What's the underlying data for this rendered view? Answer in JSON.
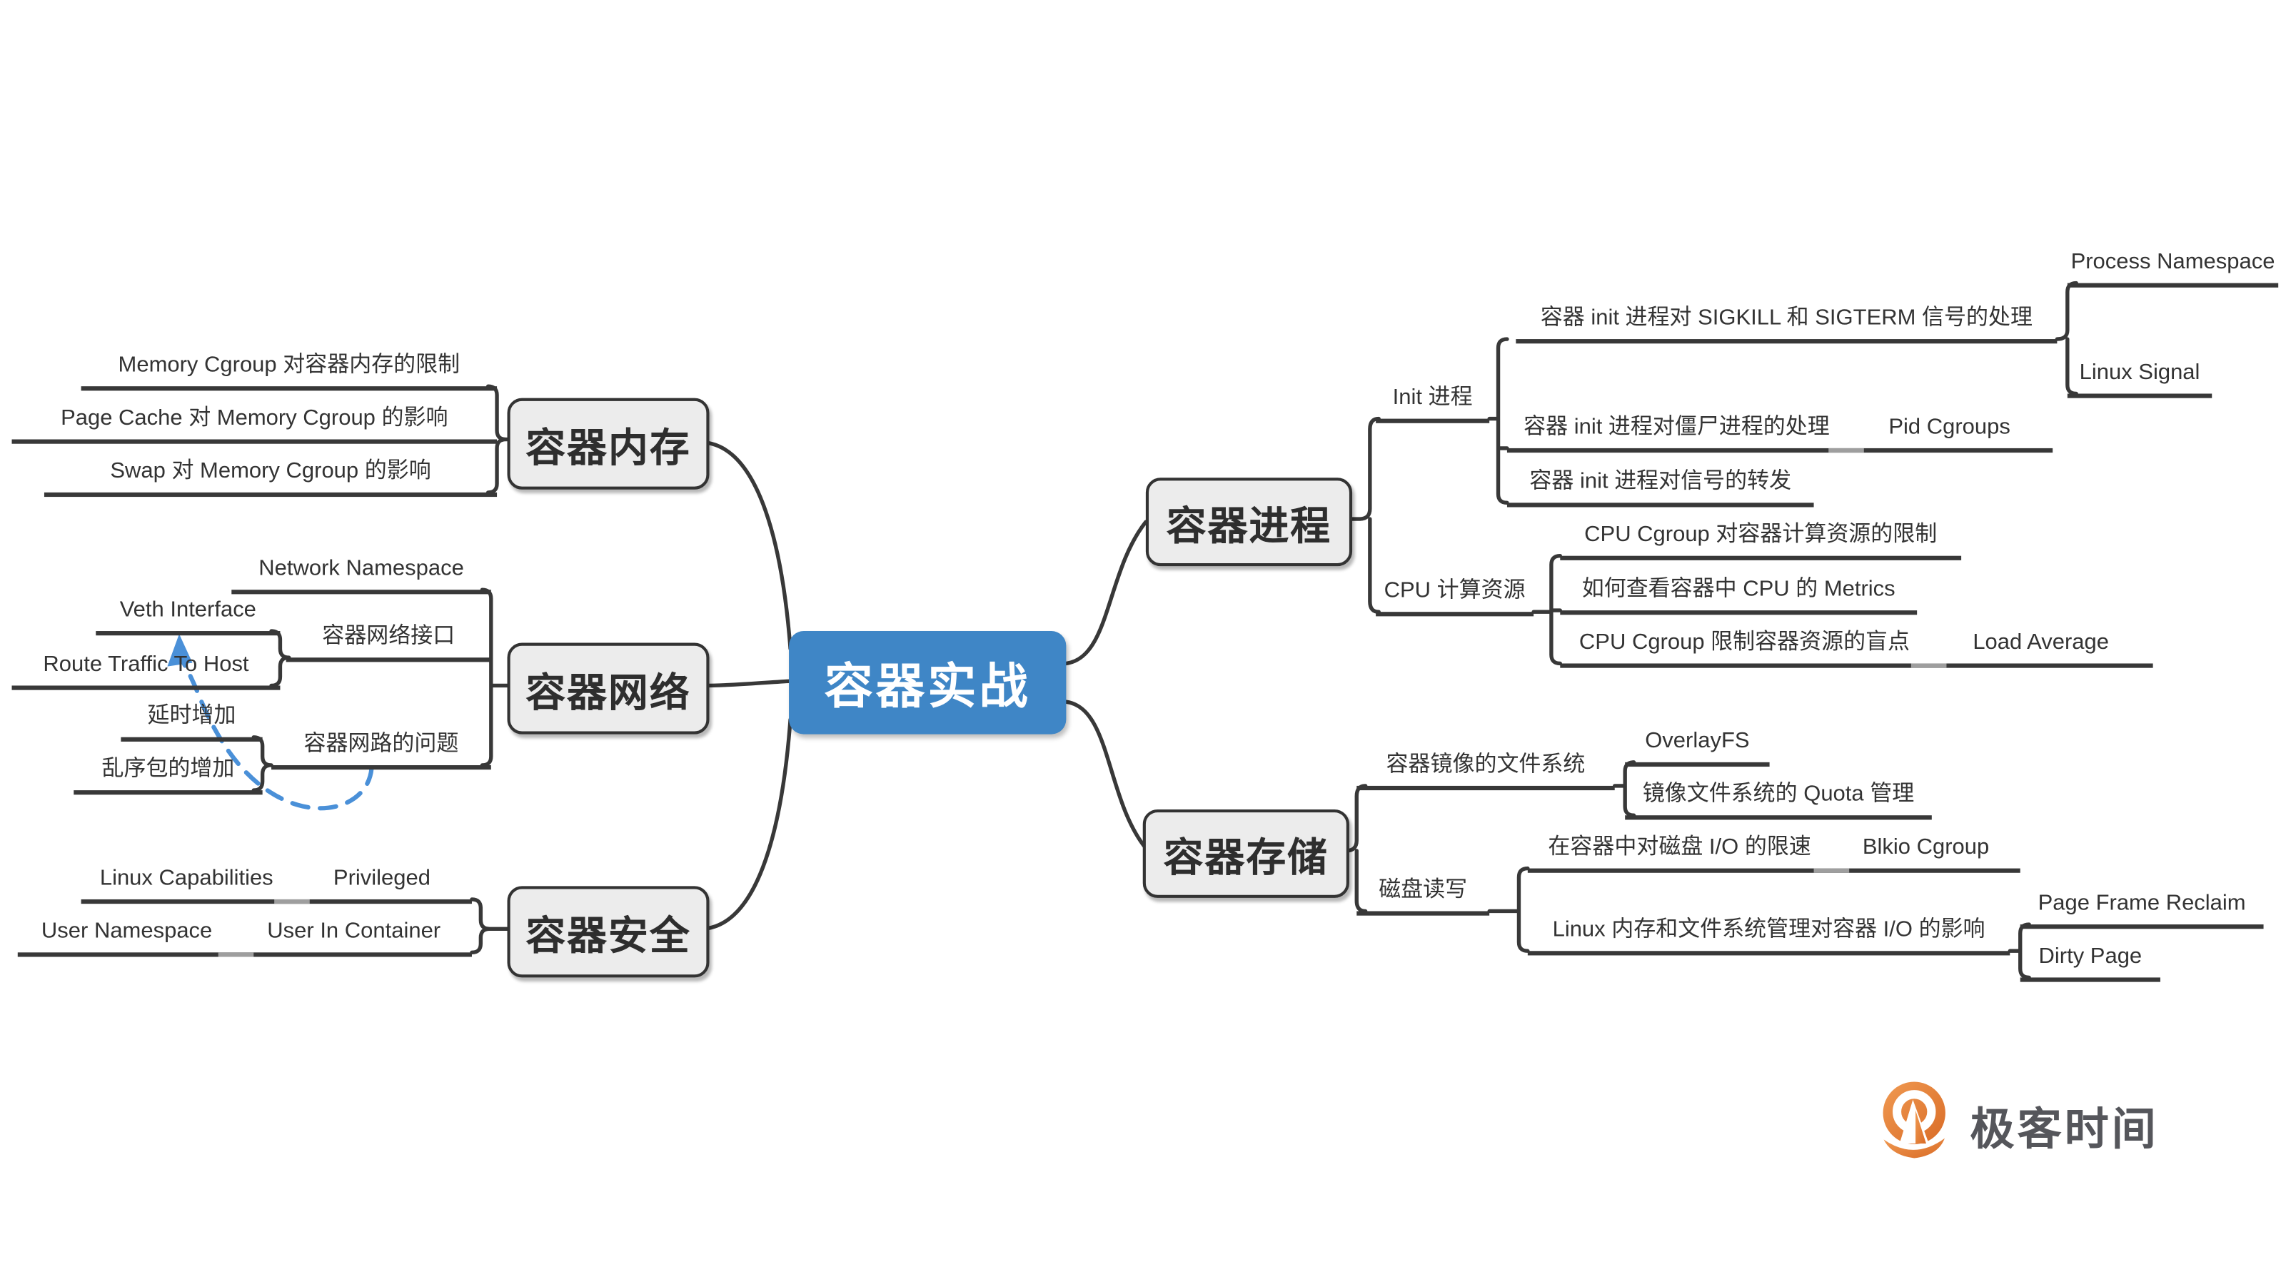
{
  "title": "容器实战",
  "colors": {
    "center_bg": "#3F86C6",
    "center_text": "#FFFFFF",
    "node_bg": "#ECECEC",
    "node_border": "#333333",
    "line": "#383838",
    "dashed_arrow": "#4A90D8",
    "logo_orange": "#DE7530",
    "logo_text": "#55565B"
  },
  "branches": {
    "memory": {
      "label": "容器内存",
      "children": [
        {
          "label": "Memory Cgroup 对容器内存的限制"
        },
        {
          "label": "Page Cache 对 Memory Cgroup 的影响"
        },
        {
          "label": "Swap 对 Memory Cgroup 的影响"
        }
      ]
    },
    "network": {
      "label": "容器网络",
      "children": [
        {
          "label": "Network Namespace"
        },
        {
          "label": "容器网络接口",
          "children": [
            {
              "label": "Veth Interface"
            },
            {
              "label": "Route Traffic To Host"
            }
          ]
        },
        {
          "label": "容器网路的问题",
          "children": [
            {
              "label": "延时增加"
            },
            {
              "label": "乱序包的增加"
            }
          ]
        }
      ]
    },
    "security": {
      "label": "容器安全",
      "children": [
        {
          "label": "Privileged",
          "children": [
            {
              "label": "Linux Capabilities"
            }
          ]
        },
        {
          "label": "User In Container",
          "children": [
            {
              "label": "User Namespace"
            }
          ]
        }
      ]
    },
    "process": {
      "label": "容器进程",
      "children": [
        {
          "label": "Init 进程",
          "children": [
            {
              "label": "容器 init 进程对 SIGKILL 和 SIGTERM 信号的处理",
              "children": [
                {
                  "label": "Process Namespace"
                },
                {
                  "label": "Linux Signal"
                }
              ]
            },
            {
              "label": "容器 init 进程对僵尸进程的处理",
              "children": [
                {
                  "label": "Pid Cgroups"
                }
              ]
            },
            {
              "label": "容器 init 进程对信号的转发"
            }
          ]
        },
        {
          "label": "CPU 计算资源",
          "children": [
            {
              "label": "CPU Cgroup 对容器计算资源的限制"
            },
            {
              "label": "如何查看容器中 CPU 的 Metrics"
            },
            {
              "label": "CPU Cgroup 限制容器资源的盲点",
              "children": [
                {
                  "label": "Load Average"
                }
              ]
            }
          ]
        }
      ]
    },
    "storage": {
      "label": "容器存储",
      "children": [
        {
          "label": "容器镜像的文件系统",
          "children": [
            {
              "label": "OverlayFS"
            },
            {
              "label": "镜像文件系统的 Quota 管理"
            }
          ]
        },
        {
          "label": "磁盘读写",
          "children": [
            {
              "label": "在容器中对磁盘 I/O 的限速",
              "children": [
                {
                  "label": "Blkio Cgroup"
                }
              ]
            },
            {
              "label": "Linux 内存和文件系统管理对容器 I/O 的影响",
              "children": [
                {
                  "label": "Page Frame Reclaim"
                },
                {
                  "label": "Dirty Page"
                }
              ]
            }
          ]
        }
      ]
    }
  },
  "annotation": {
    "dashed_arrow": {
      "from": "容器网路的问题",
      "to": "Veth Interface"
    }
  },
  "logo": {
    "brand": "极客时间"
  }
}
